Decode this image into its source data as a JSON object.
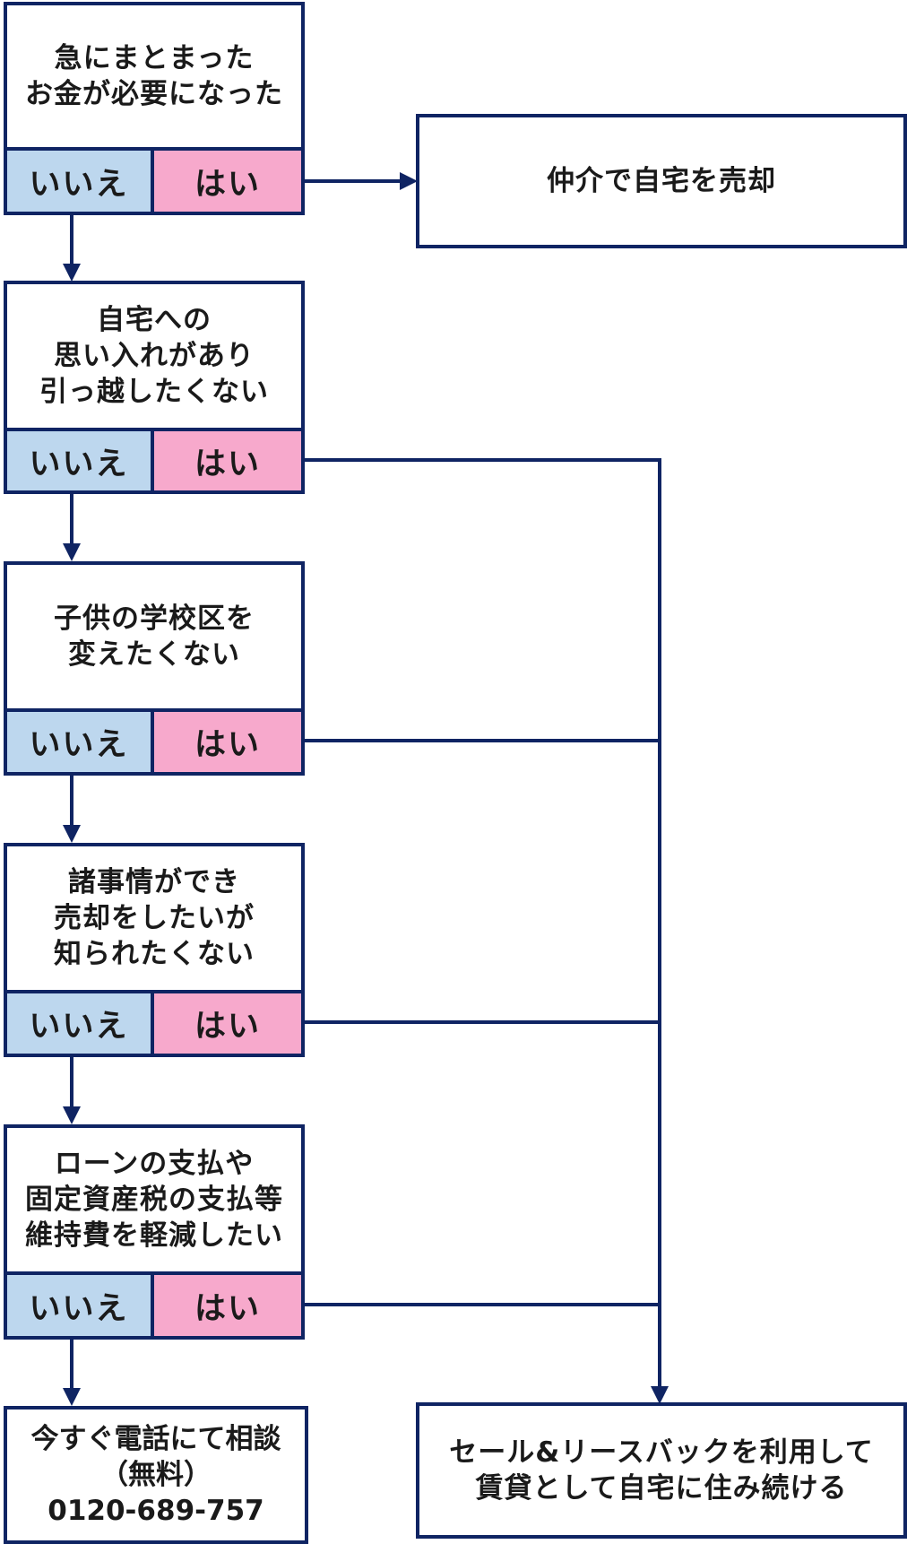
{
  "colors": {
    "line": "#0f2463",
    "no_fill": "#bdd7ee",
    "yes_fill": "#f7a9cc"
  },
  "answers": {
    "no": "いいえ",
    "yes": "はい"
  },
  "questions": [
    {
      "text": "急にまとまった\nお金が必要になった"
    },
    {
      "text": "自宅への\n思い入れがあり\n引っ越したくない"
    },
    {
      "text": "子供の学校区を\n変えたくない"
    },
    {
      "text": "諸事情ができ\n売却をしたいが\n知られたくない"
    },
    {
      "text": "ローンの支払や\n固定資産税の支払等\n維持費を軽減したい"
    }
  ],
  "results": {
    "sell": "仲介で自宅を売却",
    "leaseback": "セール&リースバックを利用して\n賃貸として自宅に住み続ける",
    "call": {
      "line1": "今すぐ電話にて相談",
      "line2": "（無料）",
      "phone": "0120-689-757"
    }
  }
}
